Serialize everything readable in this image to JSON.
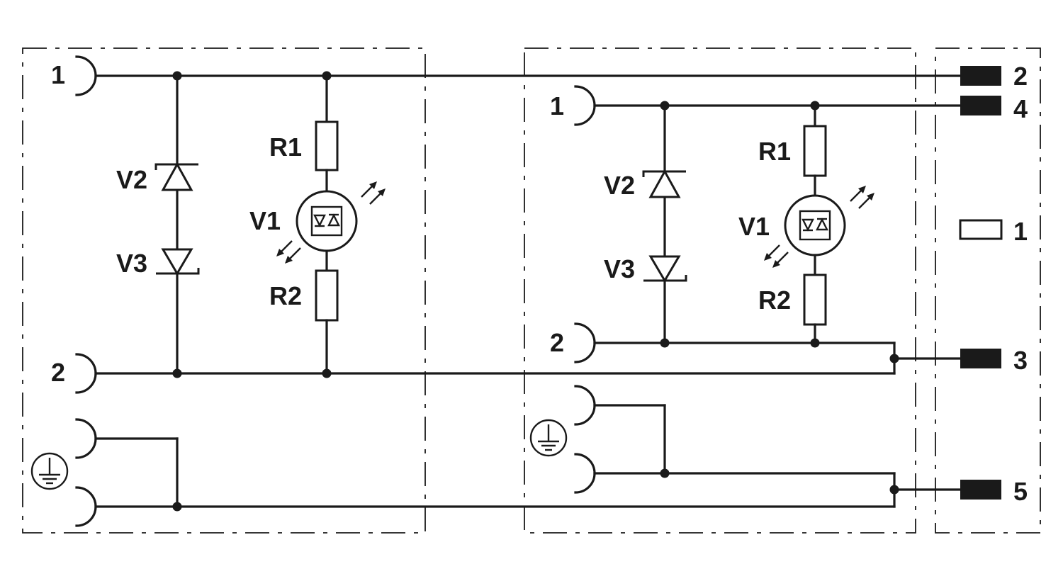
{
  "left_module": {
    "contact_top": "1",
    "contact_bottom": "2",
    "ground_icon": "protective-earth",
    "components": {
      "v2": "V2",
      "v3": "V3",
      "r1": "R1",
      "v1": "V1",
      "r2": "R2"
    }
  },
  "right_module": {
    "contact_top": "1",
    "contact_bottom": "2",
    "ground_icon": "protective-earth",
    "components": {
      "v2": "V2",
      "v3": "V3",
      "r1": "R1",
      "v1": "V1",
      "r2": "R2"
    }
  },
  "connector_pins": [
    {
      "label": "2",
      "style": "filled"
    },
    {
      "label": "4",
      "style": "filled"
    },
    {
      "label": "1",
      "style": "open"
    },
    {
      "label": "3",
      "style": "filled"
    },
    {
      "label": "5",
      "style": "filled"
    }
  ]
}
